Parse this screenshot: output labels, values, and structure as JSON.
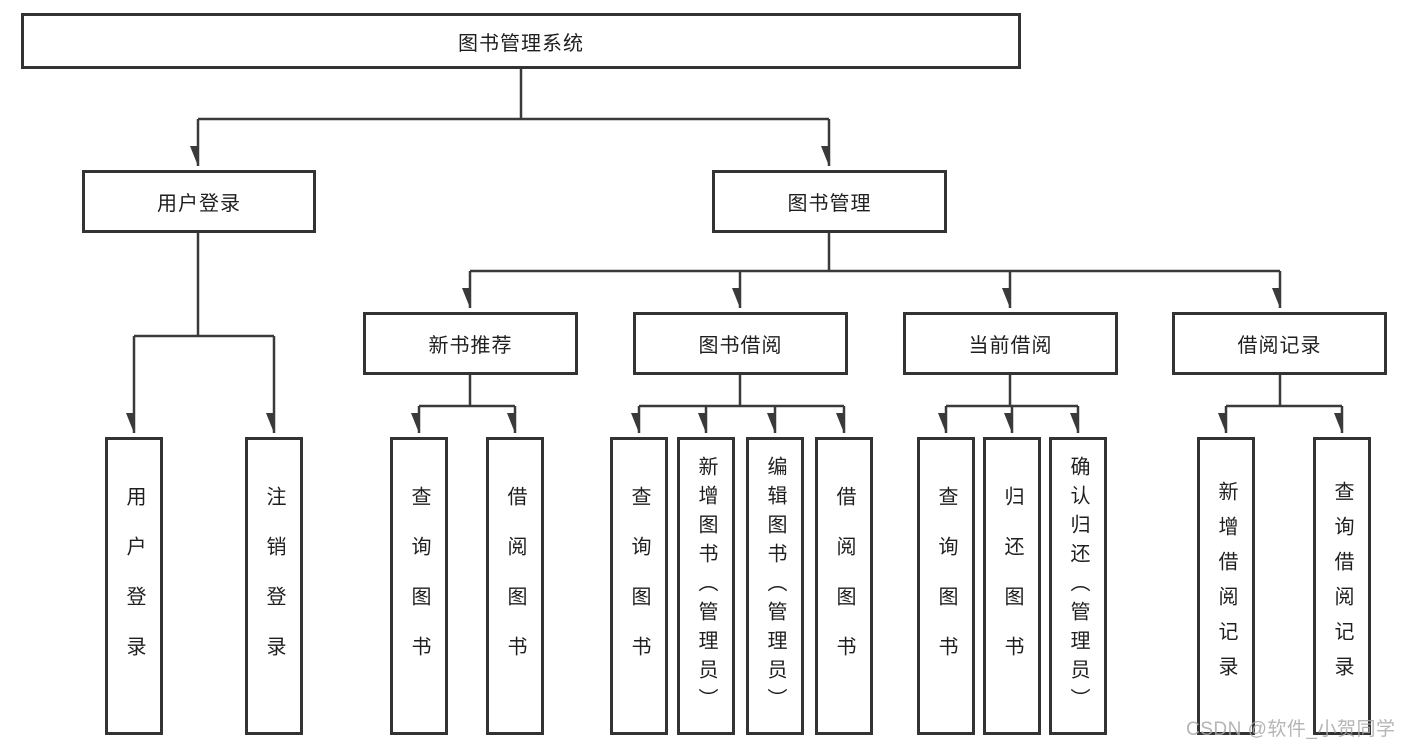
{
  "diagram": {
    "root": {
      "label": "图书管理系统"
    },
    "level2": [
      {
        "label": "用户登录"
      },
      {
        "label": "图书管理"
      }
    ],
    "level3": [
      {
        "label": "新书推荐"
      },
      {
        "label": "图书借阅"
      },
      {
        "label": "当前借阅"
      },
      {
        "label": "借阅记录"
      }
    ],
    "level4": {
      "user_login_children": [
        "用户登录",
        "注销登录"
      ],
      "new_book_children": [
        "查询图书",
        "借阅图书"
      ],
      "book_borrow_children": [
        "查询图书",
        "新增图书（管理员）",
        "编辑图书（管理员）",
        "借阅图书"
      ],
      "current_borrow_children": [
        "查询图书",
        "归还图书",
        "确认归还（管理员）"
      ],
      "borrow_record_children": [
        "新增借阅记录",
        "查询借阅记录"
      ]
    },
    "colors": {
      "line": "#3a3a3a",
      "box_border": "#333333",
      "text": "#1f1f1f",
      "background": "#ffffff",
      "watermark": "#a9a9a9"
    }
  },
  "watermark": {
    "text": "CSDN @软件_小贺同学"
  }
}
